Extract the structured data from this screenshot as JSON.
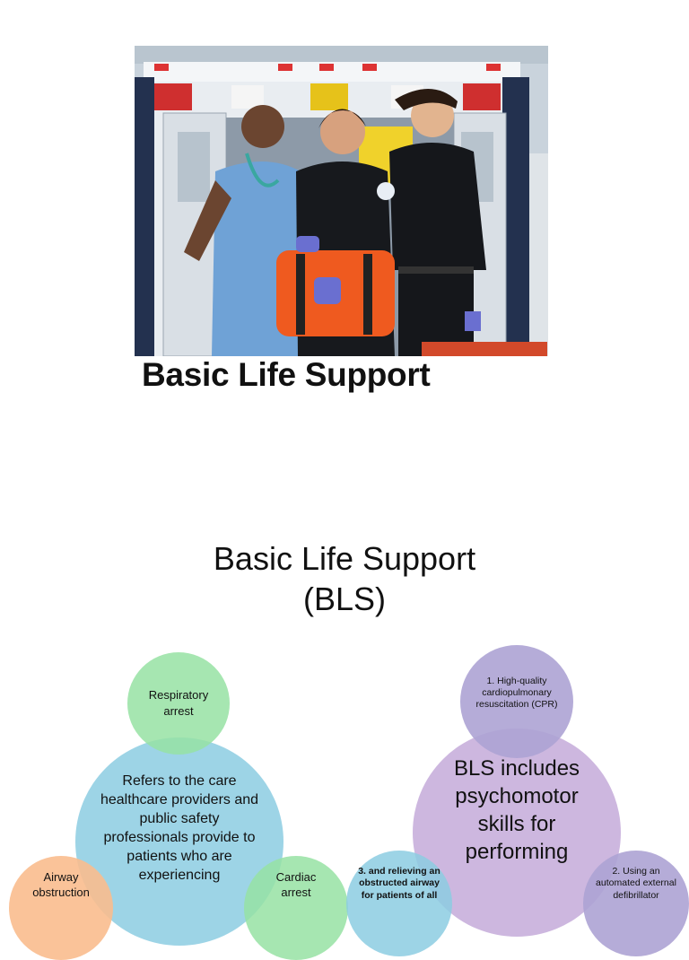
{
  "slide1": {
    "photo_alt": "paramedics-standing-by-ambulance",
    "title": "Basic Life Support"
  },
  "slide2": {
    "title_line1": "Basic Life Support",
    "title_line2": "(BLS)",
    "left_cluster": {
      "top": "Respiratory arrest",
      "center": "Refers to the care healthcare providers and public safety professionals provide to patients who are experiencing",
      "left": "Airway obstruction",
      "right": "Cardiac arrest"
    },
    "right_cluster": {
      "top": "1. High-quality cardiopulmonary resuscitation (CPR)",
      "center": "BLS includes psychomotor skills for performing",
      "left": "3. and relieving an obstructed airway for patients of all",
      "right": "2. Using an automated external defibrillator"
    }
  }
}
